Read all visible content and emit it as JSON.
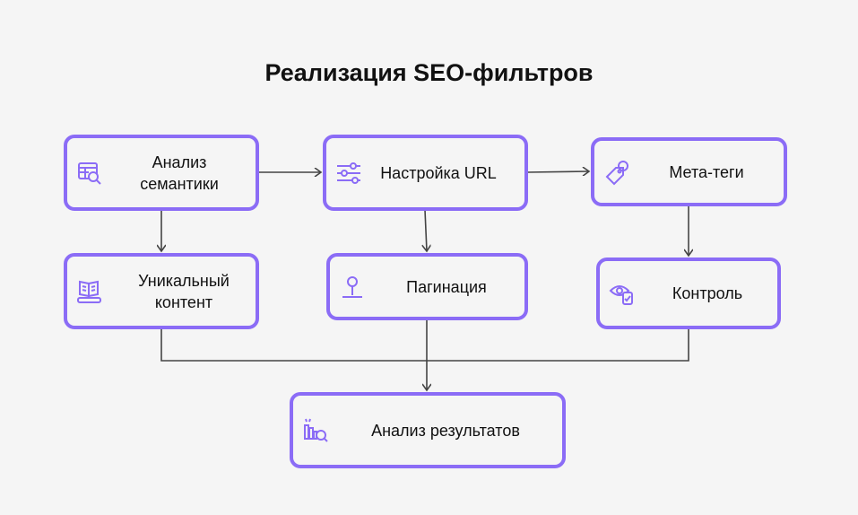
{
  "title": "Реализация SEO-фильтров",
  "nodes": {
    "semantics": {
      "label": "Анализ семантики",
      "icon": "table-search-icon"
    },
    "url": {
      "label": "Настройка URL",
      "icon": "sliders-icon"
    },
    "meta": {
      "label": "Мета-теги",
      "icon": "tag-icon"
    },
    "content": {
      "label": "Уникальный контент",
      "icon": "open-book-icon"
    },
    "pagination": {
      "label": "Пагинация",
      "icon": "pin-icon"
    },
    "control": {
      "label": "Контроль",
      "icon": "eye-clipboard-icon"
    },
    "results": {
      "label": "Анализ результатов",
      "icon": "chart-search-icon"
    }
  },
  "colors": {
    "accent": "#8b6cf6",
    "line": "#444444",
    "background": "#f5f5f5"
  }
}
